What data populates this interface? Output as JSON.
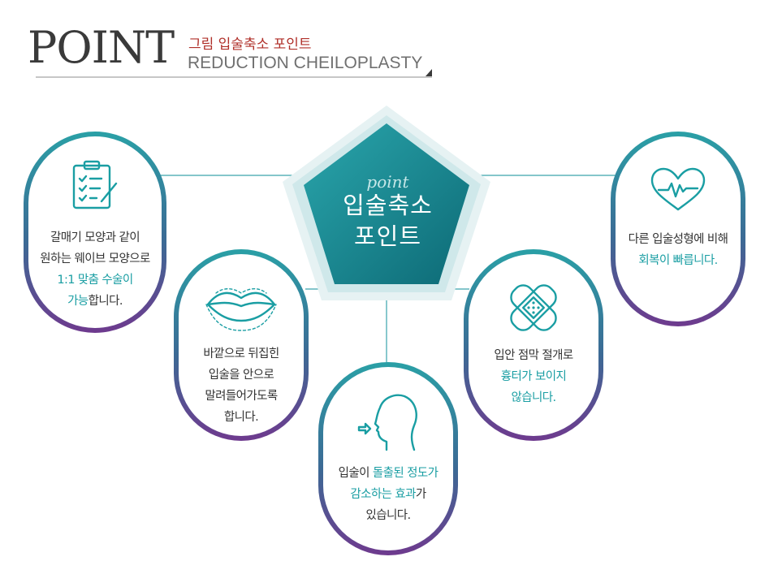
{
  "header": {
    "title": "POINT",
    "subtitle_kr": "그림 입술축소 포인트",
    "subtitle_en": "REDUCTION CHEILOPLASTY"
  },
  "center": {
    "label": "point",
    "title_line1": "입술축소",
    "title_line2": "포인트"
  },
  "points": [
    {
      "icon": "clipboard-checklist-icon",
      "lines": [
        {
          "plain": "갈매기 모양과 같이",
          "hl": ""
        },
        {
          "plain": "원하는 웨이브 모양으로",
          "hl": ""
        },
        {
          "plain": "",
          "hl": "1:1 맞춤 수술이"
        },
        {
          "hl": "가능",
          "plain": "합니다."
        }
      ]
    },
    {
      "icon": "lips-icon",
      "lines": [
        {
          "plain": "바깥으로 뒤집힌"
        },
        {
          "plain": "입술을 안으로"
        },
        {
          "plain": "말려들어가도록"
        },
        {
          "plain": "합니다."
        }
      ]
    },
    {
      "icon": "face-profile-icon",
      "lines": [
        {
          "plain": "입술이 ",
          "hl": "돌출된 정도가"
        },
        {
          "hl": "감소하는 효과",
          "plain": "가"
        },
        {
          "plain": "있습니다."
        }
      ]
    },
    {
      "icon": "bandage-icon",
      "lines": [
        {
          "plain": "입안 점막 절개로"
        },
        {
          "hl": "흉터가 보이지"
        },
        {
          "hl": "않습니다."
        }
      ]
    },
    {
      "icon": "heart-pulse-icon",
      "lines": [
        {
          "plain": "다른 입술성형에 비해"
        },
        {
          "hl": "회복이 빠릅니다."
        }
      ]
    }
  ],
  "colors": {
    "accent": "#1a9ea3",
    "header_red": "#b0302a",
    "ring_top": "#2aa0a6",
    "ring_bottom": "#6e3a8e"
  }
}
